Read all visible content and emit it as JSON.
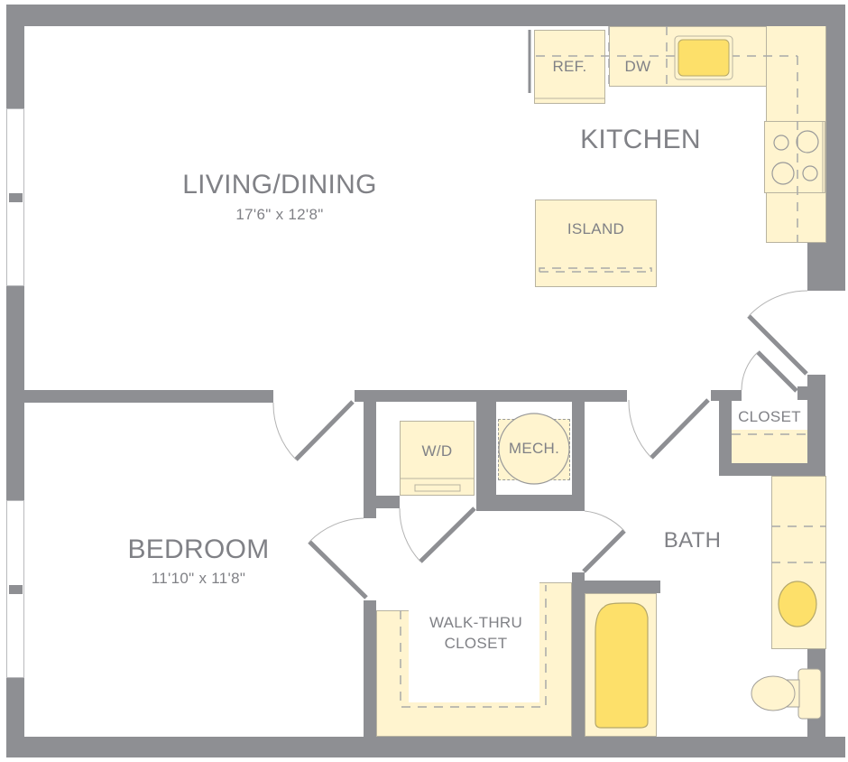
{
  "floor_plan": {
    "colors": {
      "wall": "#8e8f93",
      "cabinet_fill": "#fff4cf",
      "fixture_fill": "#fde06a",
      "label_text": "#808186",
      "background": "#ffffff"
    },
    "rooms": {
      "living_dining": {
        "name": "LIVING/DINING",
        "dimensions": "17'6\" x 12'8\""
      },
      "bedroom": {
        "name": "BEDROOM",
        "dimensions": "11'10\" x 11'8\""
      },
      "kitchen": {
        "name": "KITCHEN"
      },
      "bath": {
        "name": "BATH"
      },
      "walk_thru_closet": {
        "line1": "WALK-THRU",
        "line2": "CLOSET"
      },
      "entry_closet": {
        "name": "CLOSET"
      }
    },
    "fixtures": {
      "refrigerator": "REF.",
      "dishwasher": "DW",
      "island": "ISLAND",
      "washer_dryer": "W/D",
      "mechanical": "MECH."
    }
  }
}
